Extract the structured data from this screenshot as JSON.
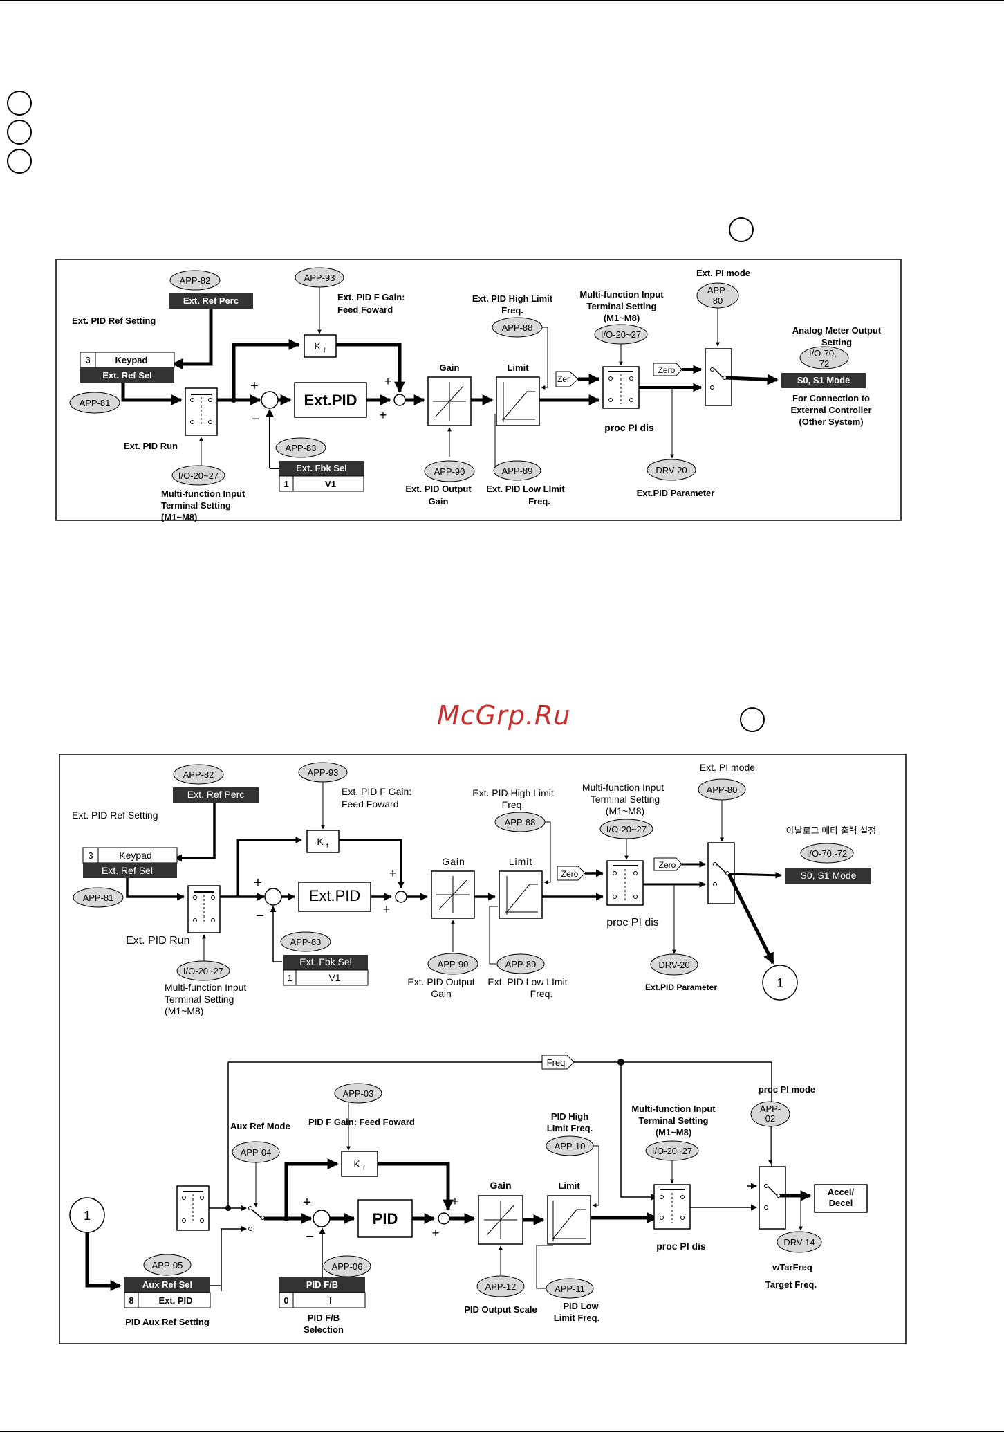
{
  "watermark": "McGrp.Ru",
  "d1": {
    "ext_pid_ref_setting": "Ext. PID Ref  Setting",
    "app82": "APP-82",
    "ext_ref_perc": "Ext. Ref Perc",
    "app93": "APP-93",
    "f_gain_1": "Ext. PID F Gain:",
    "f_gain_2": "Feed Foward",
    "kf": "K",
    "kf_sub": "f",
    "keypad_num": "3",
    "keypad": "Keypad",
    "ext_ref_sel": "Ext. Ref Sel",
    "app81": "APP-81",
    "ext_pid": "Ext.PID",
    "plus": "+",
    "minus": "−",
    "ext_pid_run": "Ext. PID Run",
    "io2027": "I/O-20~27",
    "mfi_1": "Multi-function Input",
    "mfi_2": "Terminal Setting",
    "mfi_3": "(M1~M8)",
    "app83": "APP-83",
    "ext_fbk_sel": "Ext. Fbk Sel",
    "fbk_num": "1",
    "v1": "V1",
    "gain": "Gain",
    "app90": "APP-90",
    "out_gain_1": "Ext. PID Output",
    "out_gain_2": "Gain",
    "high_1": "Ext. PID High Limit",
    "high_2": "Freq.",
    "app88": "APP-88",
    "limit": "Limit",
    "zero": "Zero",
    "zero_trunc": "Zer",
    "app89": "APP-89",
    "low_1": "Ext. PID Low LImit",
    "low_2": "Freq.",
    "mft_1": "Multi-function Input",
    "mft_2": "Terminal Setting",
    "mft_3": "(M1~M8)",
    "proc_pi_dis": "proc PI dis",
    "drv20": "DRV-20",
    "ext_pid_param": "Ext.PID Parameter",
    "ext_pi_mode": "Ext. PI mode",
    "app80_1": "APP-",
    "app80_2": "80",
    "app80": "APP-80",
    "analog_1": "Analog Meter Output",
    "analog_2": "Setting",
    "io7072_1": "I/O-70,-",
    "io7072_2": "72",
    "io7072": "I/O-70,-72",
    "s0s1": "S0, S1 Mode",
    "ext_ctrl_1": "For Connection to",
    "ext_ctrl_2": "External Controller",
    "ext_ctrl_3": "(Other System)",
    "korean": "아날로그 메타 출력 설정",
    "circle1": "1"
  },
  "d2": {
    "freq": "Freq",
    "proc_pi_mode": "proc PI mode",
    "app02_1": "APP-",
    "app02_2": "02",
    "app03": "APP-03",
    "pid_f_gain": "PID F Gain: Feed Foward",
    "aux_ref_mode": "Aux Ref Mode",
    "app04": "APP-04",
    "pid": "PID",
    "gain": "Gain",
    "limit": "Limit",
    "pid_high_1": "PID High",
    "pid_high_2": "LImit Freq.",
    "app10": "APP-10",
    "mft_1": "Multi-function Input",
    "mft_2": "Terminal Setting",
    "mft_3": "(M1~M8)",
    "io2027": "I/O-20~27",
    "accel": "Accel/",
    "decel": "Decel",
    "drv14": "DRV-14",
    "wtarfreq": "wTarFreq",
    "target": "Target Freq.",
    "proc_pi_dis": "proc PI dis",
    "app05": "APP-05",
    "aux_ref_sel": "Aux Ref Sel",
    "aux_num": "8",
    "aux_ext_pid": "Ext. PID",
    "pid_aux_ref": "PID Aux Ref  Setting",
    "app06": "APP-06",
    "pid_fb": "PID F/B",
    "fb_num": "0",
    "fb_i": "I",
    "fb_sel_1": "PID F/B",
    "fb_sel_2": "Selection",
    "app12": "APP-12",
    "pid_out_scale": "PID Output Scale",
    "app11": "APP-11",
    "pid_low_1": "PID Low",
    "pid_low_2": "Limit Freq.",
    "circle1": "1"
  }
}
